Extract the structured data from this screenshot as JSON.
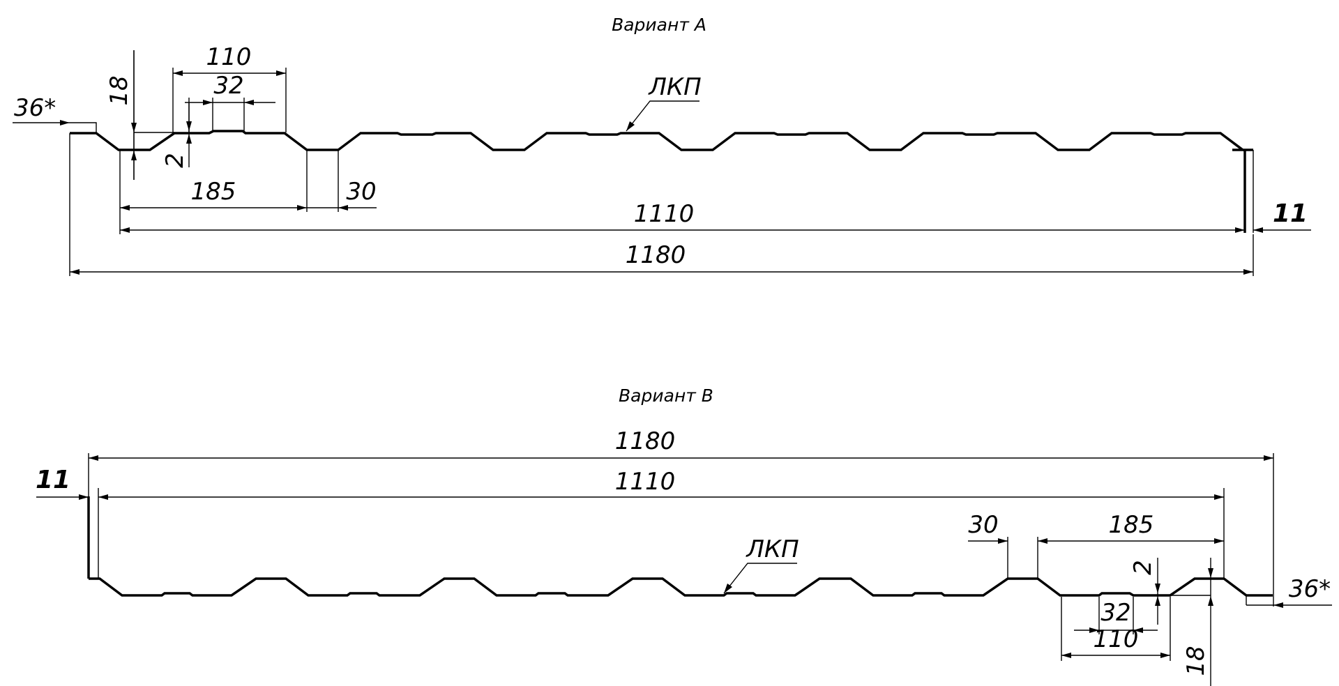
{
  "variant_a": {
    "title": "Вариант А",
    "coating_label": "ЛКП",
    "dims": {
      "edge": "36*",
      "height": "18",
      "top_width": "110",
      "inner": "32",
      "step": "2",
      "pitch": "185",
      "bottom": "30",
      "useful_width": "1110",
      "full_width": "1180",
      "overlap": "11"
    }
  },
  "variant_b": {
    "title": "Вариант В",
    "coating_label": "ЛКП",
    "dims": {
      "edge": "36*",
      "height": "18",
      "top_width": "110",
      "inner": "32",
      "step": "2",
      "pitch": "185",
      "bottom": "30",
      "useful_width": "1110",
      "full_width": "1180",
      "overlap": "11"
    }
  }
}
